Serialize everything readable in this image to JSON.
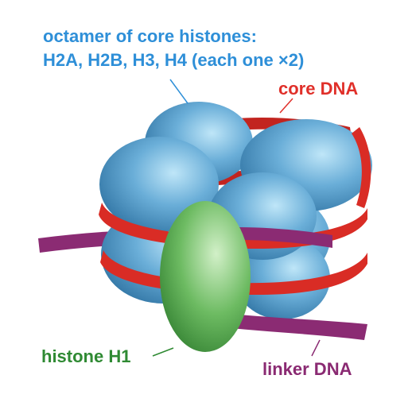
{
  "labels": {
    "octamer_line1": "octamer of core histones:",
    "octamer_line2": "H2A, H2B, H3, H4 (each one ×2)",
    "core_dna": "core DNA",
    "histone_h1": "histone H1",
    "linker_dna": "linker DNA"
  },
  "colors": {
    "histone_blue": "#4a92c4",
    "histone_highlight": "#a9d8f2",
    "core_dna_red": "#d92c25",
    "linker_dna_purple": "#8b2b73",
    "h1_green": "#5aae5c",
    "label_blue": "#2e8fd8",
    "label_red": "#e0302a",
    "label_green": "#2f8a33",
    "label_purple": "#8a2a72"
  }
}
